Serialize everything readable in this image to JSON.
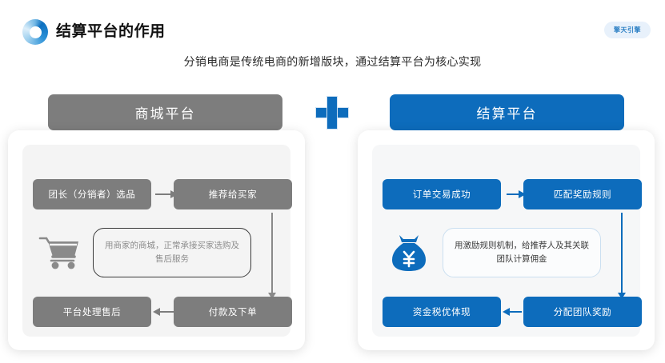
{
  "header": {
    "title": "结算平台的作用",
    "logo_icon": "ring-logo-icon",
    "brand_badge": "擎天引擎",
    "subtitle": "分销电商是传统电商的新增版块，通过结算平台为核心实现",
    "accent_blue": "#0d6cbc",
    "accent_gray": "#7d7d7d",
    "badge_bg": "#e8f1fb"
  },
  "divider": {
    "icon": "plus-icon"
  },
  "panels": [
    {
      "id": "mall-platform",
      "title": "商城平台",
      "theme": "gray",
      "color": "#7d7d7d",
      "icon": "shopping-cart-icon",
      "note": "用商家的商城，正常承接买家选购及售后服务",
      "steps": [
        {
          "pos": "top-left",
          "label": "团长（分销者）选品"
        },
        {
          "pos": "top-right",
          "label": "推荐给买家"
        },
        {
          "pos": "bottom-left",
          "label": "平台处理售后"
        },
        {
          "pos": "bottom-right",
          "label": "付款及下单"
        }
      ]
    },
    {
      "id": "settlement-platform",
      "title": "结算平台",
      "theme": "blue",
      "color": "#0d6cbc",
      "icon": "money-bag-yuan-icon",
      "note": "用激励规则机制，给推荐人及其关联团队计算佣金",
      "steps": [
        {
          "pos": "top-left",
          "label": "订单交易成功"
        },
        {
          "pos": "top-right",
          "label": "匹配奖励规则"
        },
        {
          "pos": "bottom-left",
          "label": "资金税优体现"
        },
        {
          "pos": "bottom-right",
          "label": "分配团队奖励"
        }
      ]
    }
  ]
}
